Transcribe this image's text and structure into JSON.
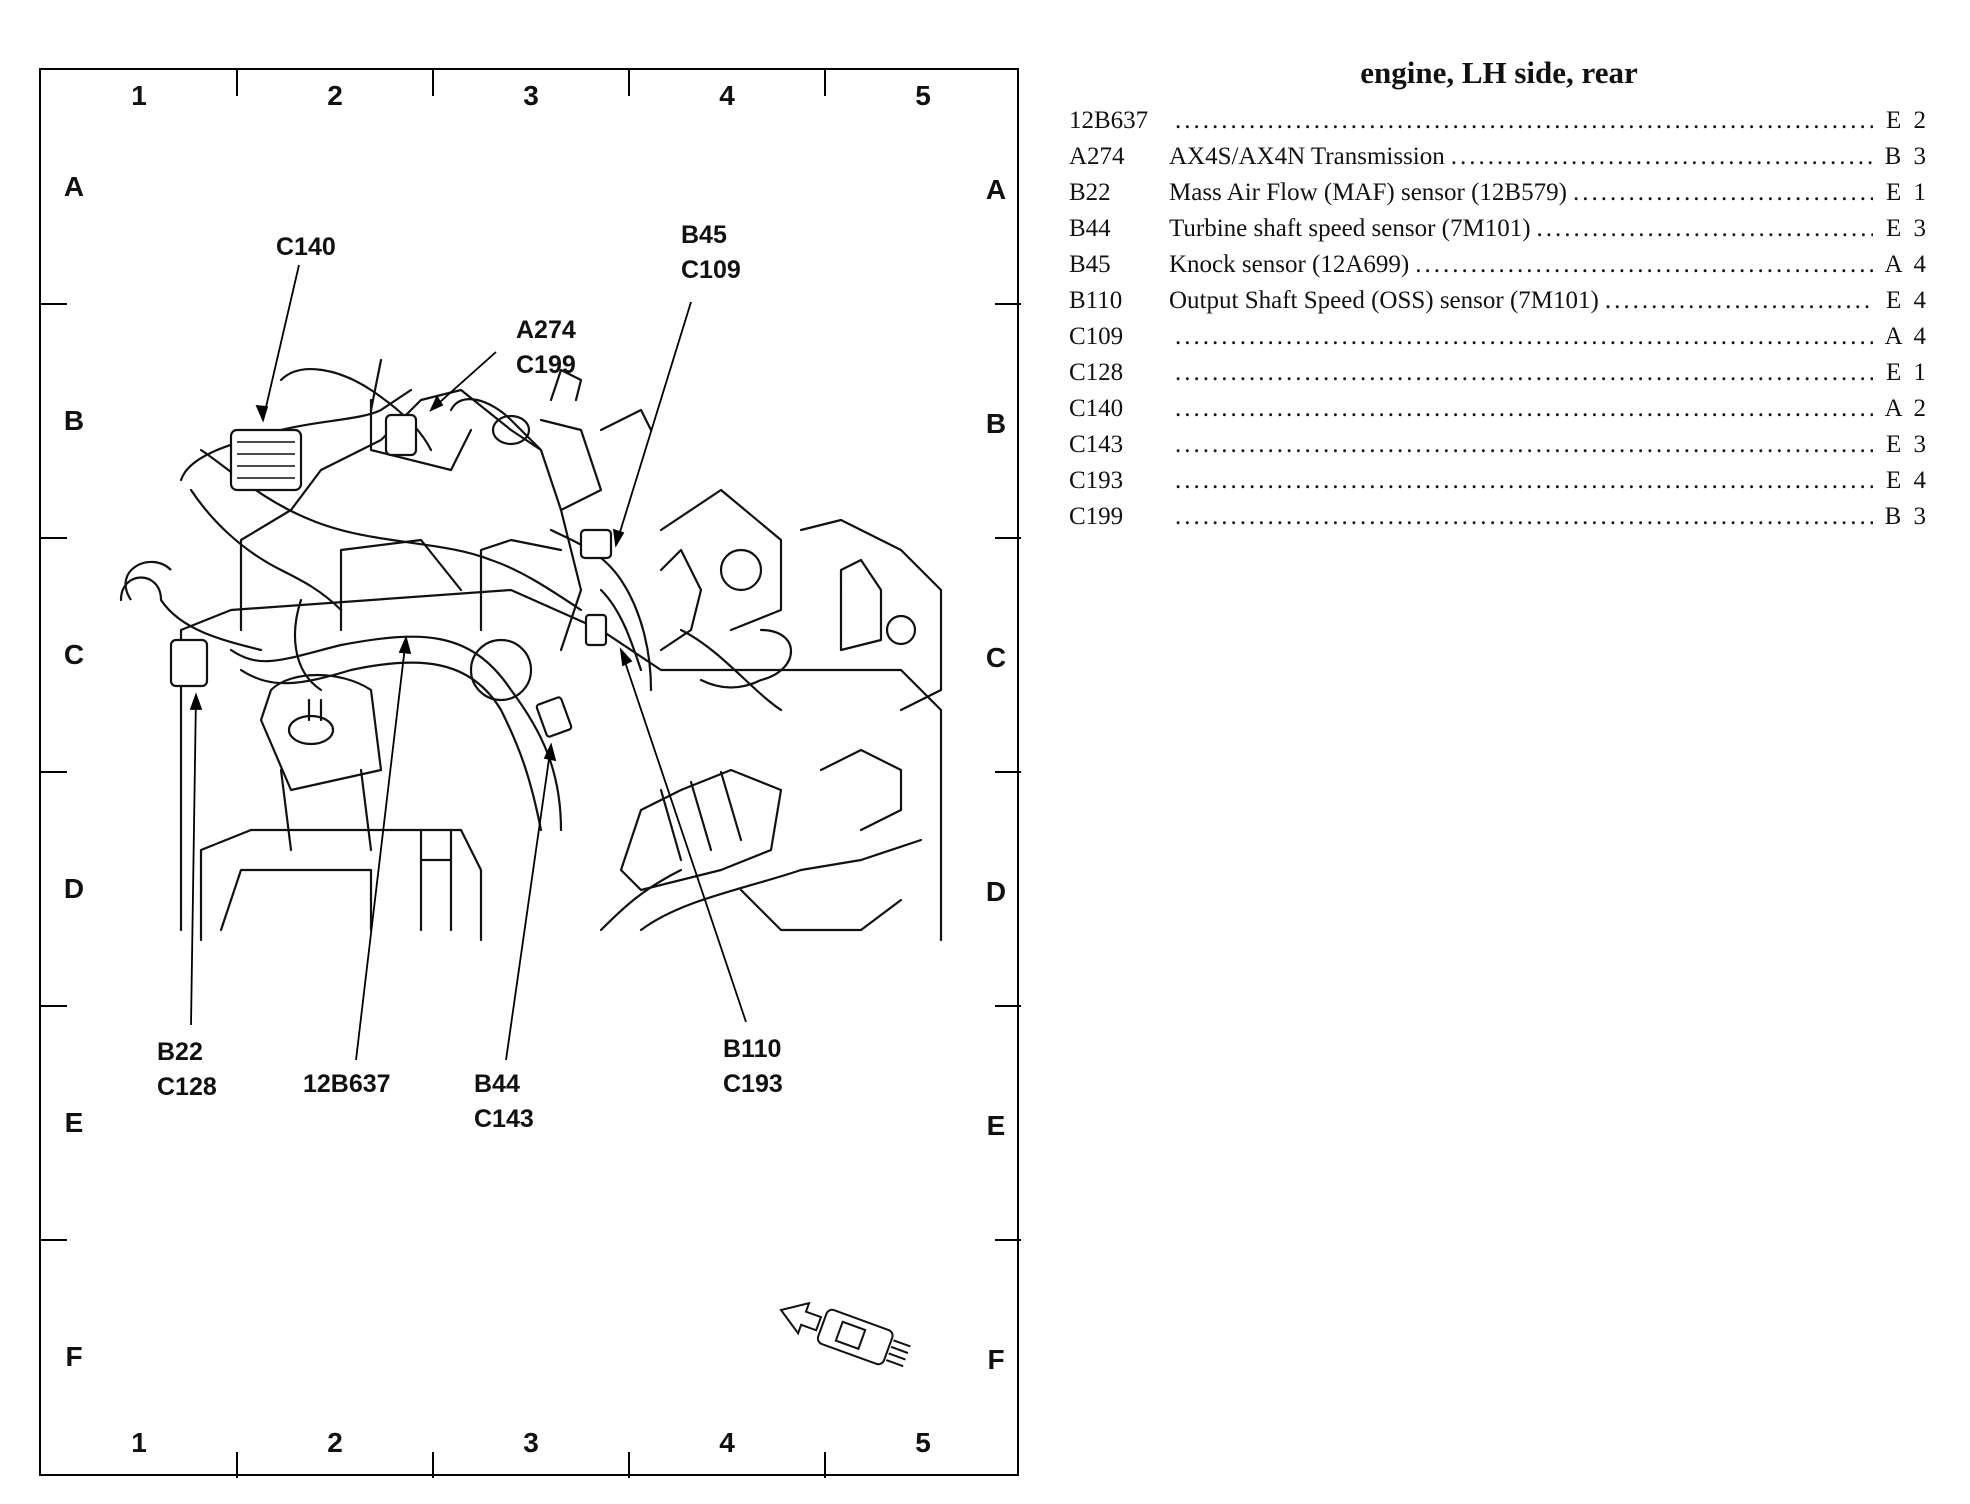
{
  "grid": {
    "columns": [
      "1",
      "2",
      "3",
      "4",
      "5"
    ],
    "rows": [
      "A",
      "B",
      "C",
      "D",
      "E",
      "F"
    ]
  },
  "callouts": {
    "c140": "C140",
    "b45": "B45",
    "c109": "C109",
    "a274": "A274",
    "c199": "C199",
    "b22": "B22",
    "c128": "C128",
    "p12b637": "12B637",
    "b44": "B44",
    "c143": "C143",
    "b110": "B110",
    "c193": "C193"
  },
  "legend": {
    "title": "engine, LH side, rear",
    "rows": [
      {
        "code": "12B637",
        "desc": "",
        "loc": "E 2"
      },
      {
        "code": "A274",
        "desc": "AX4S/AX4N Transmission",
        "loc": "B 3"
      },
      {
        "code": "B22",
        "desc": "Mass Air Flow (MAF) sensor (12B579)",
        "loc": "E 1"
      },
      {
        "code": "B44",
        "desc": "Turbine shaft speed sensor (7M101)",
        "loc": "E 3"
      },
      {
        "code": "B45",
        "desc": "Knock sensor (12A699)",
        "loc": "A 4"
      },
      {
        "code": "B110",
        "desc": "Output Shaft Speed (OSS) sensor (7M101)",
        "loc": "E 4"
      },
      {
        "code": "C109",
        "desc": "",
        "loc": "A 4"
      },
      {
        "code": "C128",
        "desc": "",
        "loc": "E 1"
      },
      {
        "code": "C140",
        "desc": "",
        "loc": "A 2"
      },
      {
        "code": "C143",
        "desc": "",
        "loc": "E 3"
      },
      {
        "code": "C193",
        "desc": "",
        "loc": "E 4"
      },
      {
        "code": "C199",
        "desc": "",
        "loc": "B 3"
      }
    ]
  },
  "icons": {
    "engine_illustration": "engine-drawing",
    "view_arrow": "vehicle-orientation-icon"
  }
}
